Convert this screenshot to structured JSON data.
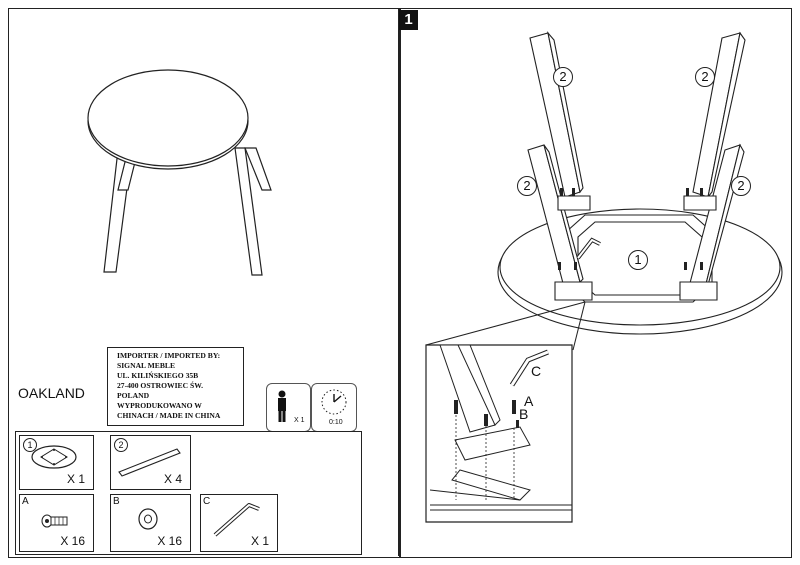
{
  "step": {
    "number": "1"
  },
  "product": {
    "name": "OAKLAND"
  },
  "importer": {
    "lines": [
      "IMPORTER / IMPORTED BY:",
      "SIGNAL MEBLE",
      "UL. KILIŃSKIEGO 35B",
      "27-400 OSTROWIEC ŚW.",
      "POLAND",
      "WYPRODUKOWANO W",
      "CHINACH / MADE IN CHINA"
    ]
  },
  "assembly_info": {
    "persons": "X 1",
    "time": "0:10"
  },
  "parts": [
    {
      "id": "1",
      "qty": "X 1",
      "name": "table-top"
    },
    {
      "id": "2",
      "qty": "X 4",
      "name": "leg"
    },
    {
      "id": "A",
      "qty": "X 16",
      "name": "bolt"
    },
    {
      "id": "B",
      "qty": "X 16",
      "name": "washer"
    },
    {
      "id": "C",
      "qty": "X 1",
      "name": "allen-key"
    }
  ],
  "callouts": {
    "leg": "2",
    "top": "1",
    "bolt": "A",
    "washer": "B",
    "key": "C"
  }
}
